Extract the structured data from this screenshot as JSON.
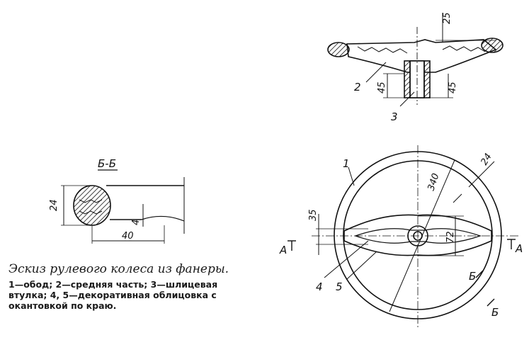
{
  "caption": {
    "title": "Эскиз рулевого колеса из фанеры.",
    "body": "1—обод; 2—средняя часть; 3—шлицевая втулка; 4, 5—декоративная облицовка с окантовкой по краю."
  },
  "section_label": "Б-Б",
  "dimensions": {
    "top_25": "25",
    "top_45_left": "45",
    "top_45_right": "45",
    "sec_24": "24",
    "sec_40": "40",
    "sec_4": "4",
    "plan_340": "340",
    "plan_24": "24",
    "plan_35": "35",
    "plan_72": "72"
  },
  "part_labels": {
    "p1": "1",
    "p2": "2",
    "p3": "3",
    "p4": "4",
    "p5": "5"
  },
  "section_marks": {
    "a_left": "А",
    "a_right": "А",
    "b_mid": "Б",
    "b_low": "Б"
  }
}
